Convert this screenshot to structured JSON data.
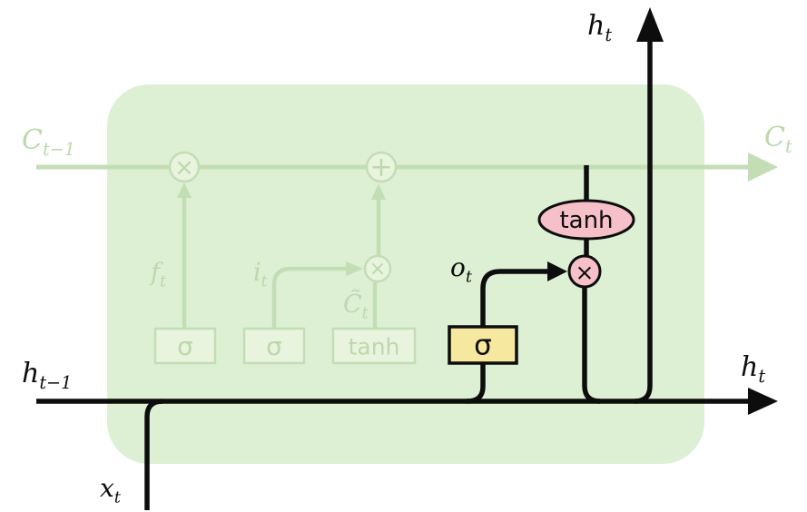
{
  "colors": {
    "background": "#ffffff",
    "cell_fill": "#ddf0d4",
    "faded_stroke": "#c3ddb4",
    "faded_fill": "#e9f4df",
    "faded_text": "#bcd8ac",
    "ink": "#0d0d0d",
    "yellow_fill": "#f7e8a0",
    "pink_fill": "#f5c0c8"
  },
  "labels": {
    "c_prev": {
      "base": "C",
      "sub": "t−1"
    },
    "c_next": {
      "base": "C",
      "sub": "t"
    },
    "h_prev": {
      "base": "h",
      "sub": "t−1"
    },
    "h_top": {
      "base": "h",
      "sub": "t"
    },
    "h_right": {
      "base": "h",
      "sub": "t"
    },
    "x_in": {
      "base": "x",
      "sub": "t"
    },
    "f_gate": {
      "base": "f",
      "sub": "t"
    },
    "i_gate": {
      "base": "i",
      "sub": "t"
    },
    "c_tilde": {
      "base": "C̃",
      "sub": "t"
    },
    "o_gate": {
      "base": "o",
      "sub": "t"
    }
  },
  "nodes": {
    "forget_multiply": "×",
    "add": "+",
    "candidate_multiply": "×",
    "output_multiply": "×",
    "forget_sigma": "σ",
    "input_sigma": "σ",
    "candidate_tanh": "tanh",
    "output_sigma": "σ",
    "output_tanh": "tanh"
  }
}
